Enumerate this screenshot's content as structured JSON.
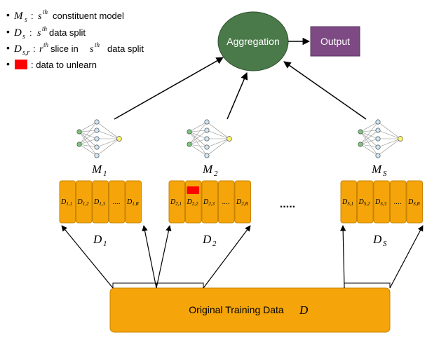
{
  "legend": {
    "items": [
      {
        "symbol_main": "M",
        "symbol_sub": "s",
        "symbol_text": "",
        "sup_var": "s",
        "sup_th": "th",
        "text": "constituent model"
      },
      {
        "symbol_main": "D",
        "symbol_sub": "s",
        "symbol_text": "",
        "sup_var": "s",
        "sup_th": "th",
        "text": "data split"
      },
      {
        "symbol_main": "D",
        "symbol_sub": "s,r",
        "symbol_text": "",
        "sup_var": "r",
        "sup_th": "th",
        "text": "slice in",
        "sup_var2": "s",
        "sup_th2": "th",
        "text2": "data split"
      },
      {
        "text": ": data to unlearn"
      }
    ],
    "bullet": "•",
    "colon": ":"
  },
  "nodes": {
    "aggregation": "Aggregation",
    "output": "Output",
    "original": "Original Training Data",
    "original_symbol": "D"
  },
  "models": [
    {
      "main": "M",
      "sub": "1"
    },
    {
      "main": "M",
      "sub": "2"
    },
    {
      "main": "M",
      "sub": "S"
    }
  ],
  "splits": [
    {
      "main": "D",
      "sub": "1",
      "slices": [
        {
          "main": "D",
          "sub": "1,1"
        },
        {
          "main": "D",
          "sub": "1,2"
        },
        {
          "main": "D",
          "sub": "1,3"
        },
        {
          "main": "....",
          "sub": ""
        },
        {
          "main": "D",
          "sub": "1,R"
        }
      ],
      "unlearn_slice": -1
    },
    {
      "main": "D",
      "sub": "2",
      "slices": [
        {
          "main": "D",
          "sub": "2,1"
        },
        {
          "main": "D",
          "sub": "2,2"
        },
        {
          "main": "D",
          "sub": "2,3"
        },
        {
          "main": "....",
          "sub": ""
        },
        {
          "main": "D",
          "sub": "2,R"
        }
      ],
      "unlearn_slice": 1
    },
    {
      "main": "D",
      "sub": "S",
      "slices": [
        {
          "main": "D",
          "sub": "S,1"
        },
        {
          "main": "D",
          "sub": "S,2"
        },
        {
          "main": "D",
          "sub": "S,3"
        },
        {
          "main": "....",
          "sub": ""
        },
        {
          "main": "D",
          "sub": "S,R"
        }
      ],
      "unlearn_slice": -1
    }
  ],
  "ellipsis": ".....",
  "colors": {
    "orange": "#F5A50A",
    "orange_stroke": "#C98400",
    "green": "#4B7A4A",
    "purple": "#7D4A83",
    "red": "#FF0000",
    "arrow": "#000000",
    "nn_node": "#CFE6F5",
    "nn_input": "#7BC67B",
    "nn_output": "#FFF36B"
  }
}
